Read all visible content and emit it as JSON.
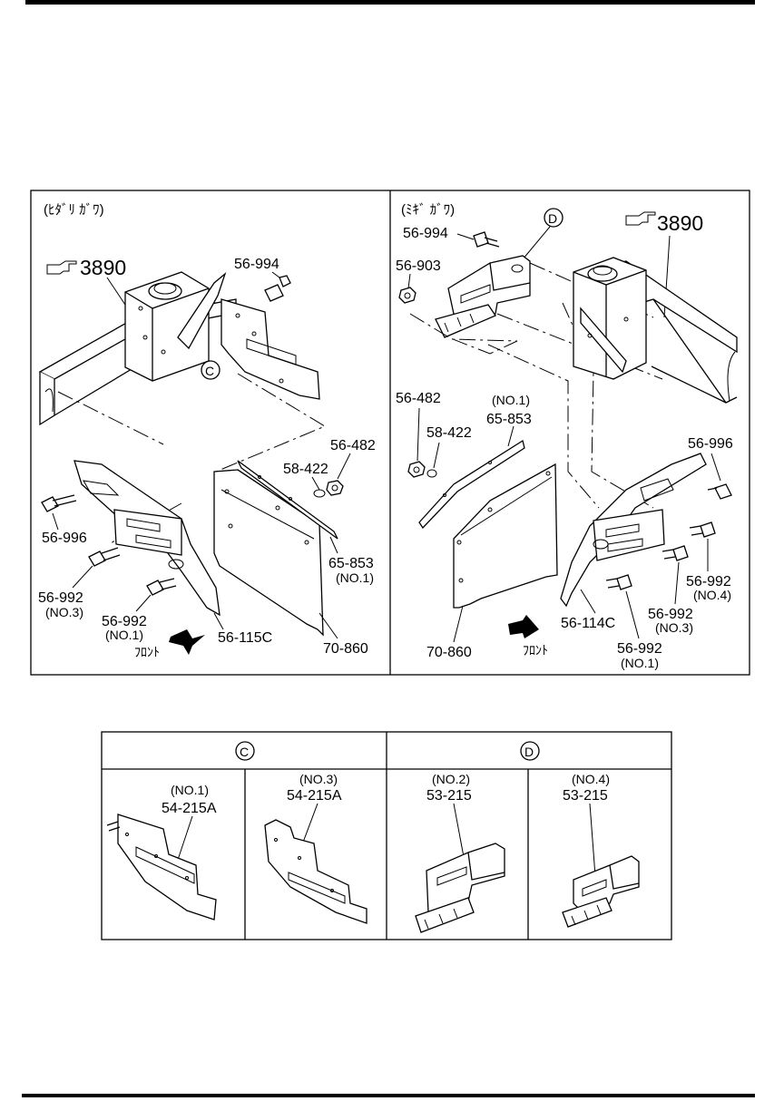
{
  "left_panel": {
    "title": "(ﾋﾀﾞﾘ ｶﾞﾜ)",
    "ref": "3890",
    "callout": "C",
    "front": "ﾌﾛﾝﾄ",
    "parts": {
      "p1": "56-994",
      "p2": "56-482",
      "p3": "58-422",
      "p4": "65-853",
      "p4_note": "(NO.1)",
      "p5": "56-996",
      "p6": "56-992",
      "p6_note": "(NO.3)",
      "p7": "56-992",
      "p7_note": "(NO.1)",
      "p8": "56-115C",
      "p9": "70-860"
    }
  },
  "right_panel": {
    "title": "(ﾐｷﾞ ｶﾞﾜ)",
    "ref": "3890",
    "callout": "D",
    "front": "ﾌﾛﾝﾄ",
    "parts": {
      "p1": "56-994",
      "p2": "56-903",
      "p3": "56-482",
      "p4_note": "(NO.1)",
      "p4": "65-853",
      "p5": "58-422",
      "p6": "56-996",
      "p7": "56-992",
      "p7_note": "(NO.4)",
      "p8": "56-992",
      "p8_note": "(NO.3)",
      "p9": "56-114C",
      "p10": "56-992",
      "p10_note": "(NO.1)",
      "p11": "70-860"
    }
  },
  "detail_table": {
    "group_c": "C",
    "group_d": "D",
    "cells": [
      {
        "note": "(NO.1)",
        "part": "54-215A"
      },
      {
        "note": "(NO.3)",
        "part": "54-215A"
      },
      {
        "note": "(NO.2)",
        "part": "53-215"
      },
      {
        "note": "(NO.4)",
        "part": "53-215"
      }
    ]
  }
}
